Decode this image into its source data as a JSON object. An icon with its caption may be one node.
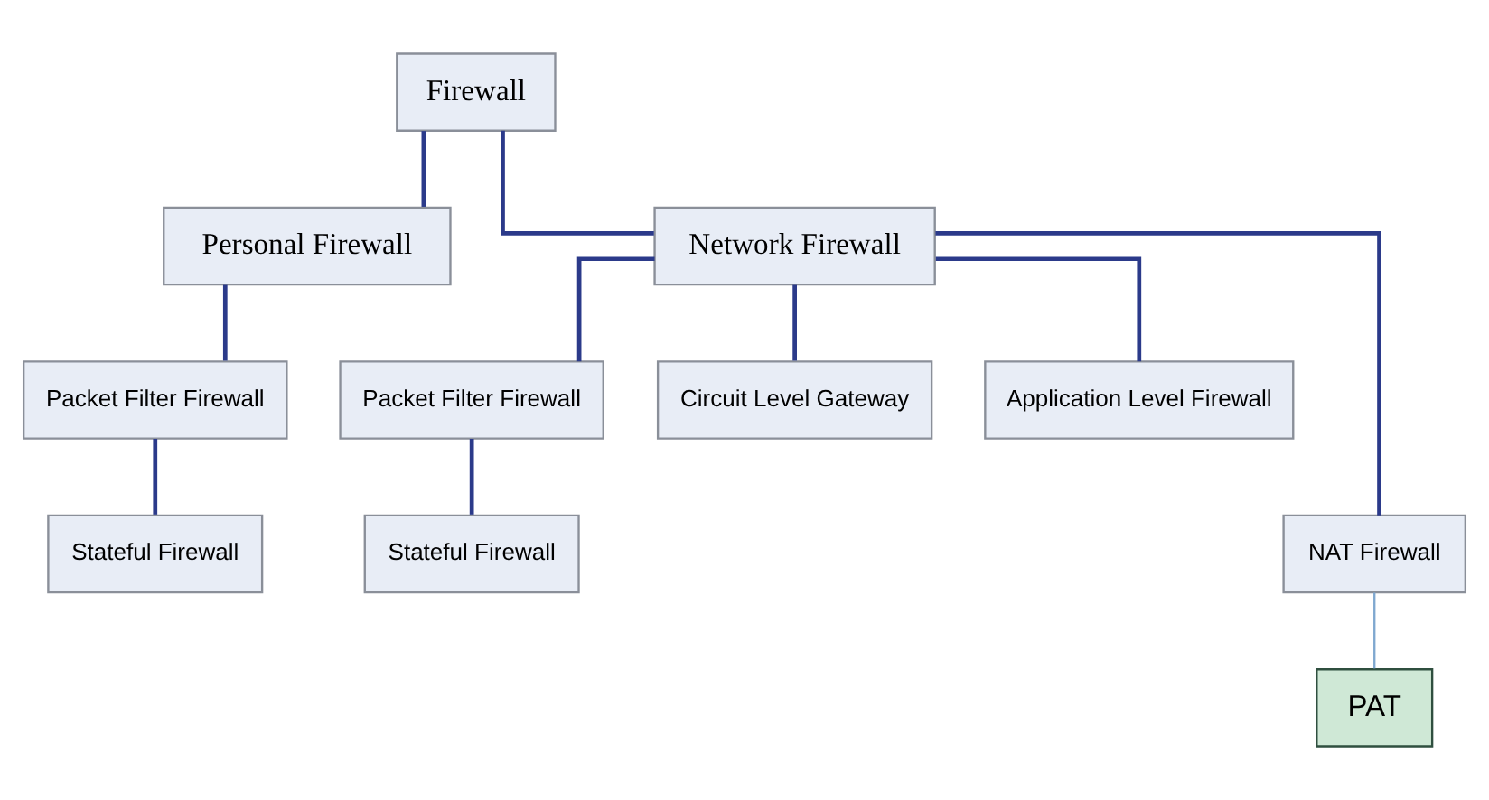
{
  "diagram": {
    "nodes": [
      {
        "text": [
          "Firewall"
        ]
      },
      {
        "text": [
          "Personal Firewall"
        ]
      },
      {
        "text": [
          "Network Firewall"
        ]
      },
      {
        "text": [
          "Packet Filter Firewall"
        ]
      },
      {
        "text": [
          "Packet Filter Firewall"
        ]
      },
      {
        "text": [
          "Circuit Level Gateway"
        ]
      },
      {
        "text": [
          "Application Level Firewall"
        ]
      },
      {
        "text": [
          "Stateful Firewall"
        ]
      },
      {
        "text": [
          "Stateful Firewall"
        ]
      },
      {
        "text": [
          "NAT Firewall"
        ]
      },
      {
        "text": [
          "PAT"
        ]
      }
    ],
    "edges": [
      {
        "from": 0,
        "to": 1,
        "arrow": "none"
      },
      {
        "from": 0,
        "to": 2,
        "arrow": "none"
      },
      {
        "from": 1,
        "to": 3,
        "arrow": "none"
      },
      {
        "from": 3,
        "to": 7,
        "arrow": "none"
      },
      {
        "from": 2,
        "to": 4,
        "arrow": "none"
      },
      {
        "from": 2,
        "to": 5,
        "arrow": "none"
      },
      {
        "from": 2,
        "to": 6,
        "arrow": "none"
      },
      {
        "from": 2,
        "to": 9,
        "arrow": "none"
      },
      {
        "from": 4,
        "to": 8,
        "arrow": "none"
      },
      {
        "from": 9,
        "to": 10,
        "arrow": "none",
        "color": "#7fa8d0"
      }
    ]
  }
}
